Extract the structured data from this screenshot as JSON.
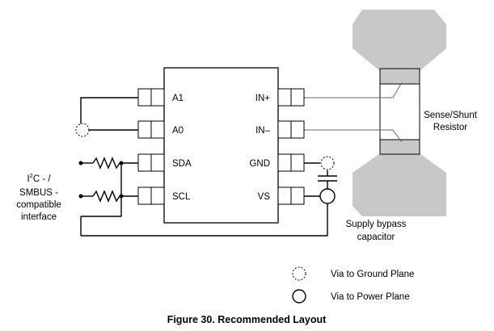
{
  "ic": {
    "pins_left": [
      "A1",
      "A0",
      "SDA",
      "SCL"
    ],
    "pins_right": [
      "IN+",
      "IN–",
      "GND",
      "VS"
    ]
  },
  "labels": {
    "sense_resistor_line1": "Sense/Shunt",
    "sense_resistor_line2": "Resistor",
    "i2c_line1_prefix": "I",
    "i2c_line1_sup": "2",
    "i2c_line1_suffix": "C - /",
    "i2c_line2": "SMBUS -",
    "i2c_line3": "compatible",
    "i2c_line4": "interface",
    "bypass_line1": "Supply bypass",
    "bypass_line2": "capacitor"
  },
  "legend": {
    "ground_via": "Via to Ground Plane",
    "power_via": "Via to Power Plane"
  },
  "caption": "Figure 30.  Recommended Layout",
  "colors": {
    "pad_gray": "#c8c8c8",
    "line": "#000000",
    "trace_gray": "#666666"
  }
}
